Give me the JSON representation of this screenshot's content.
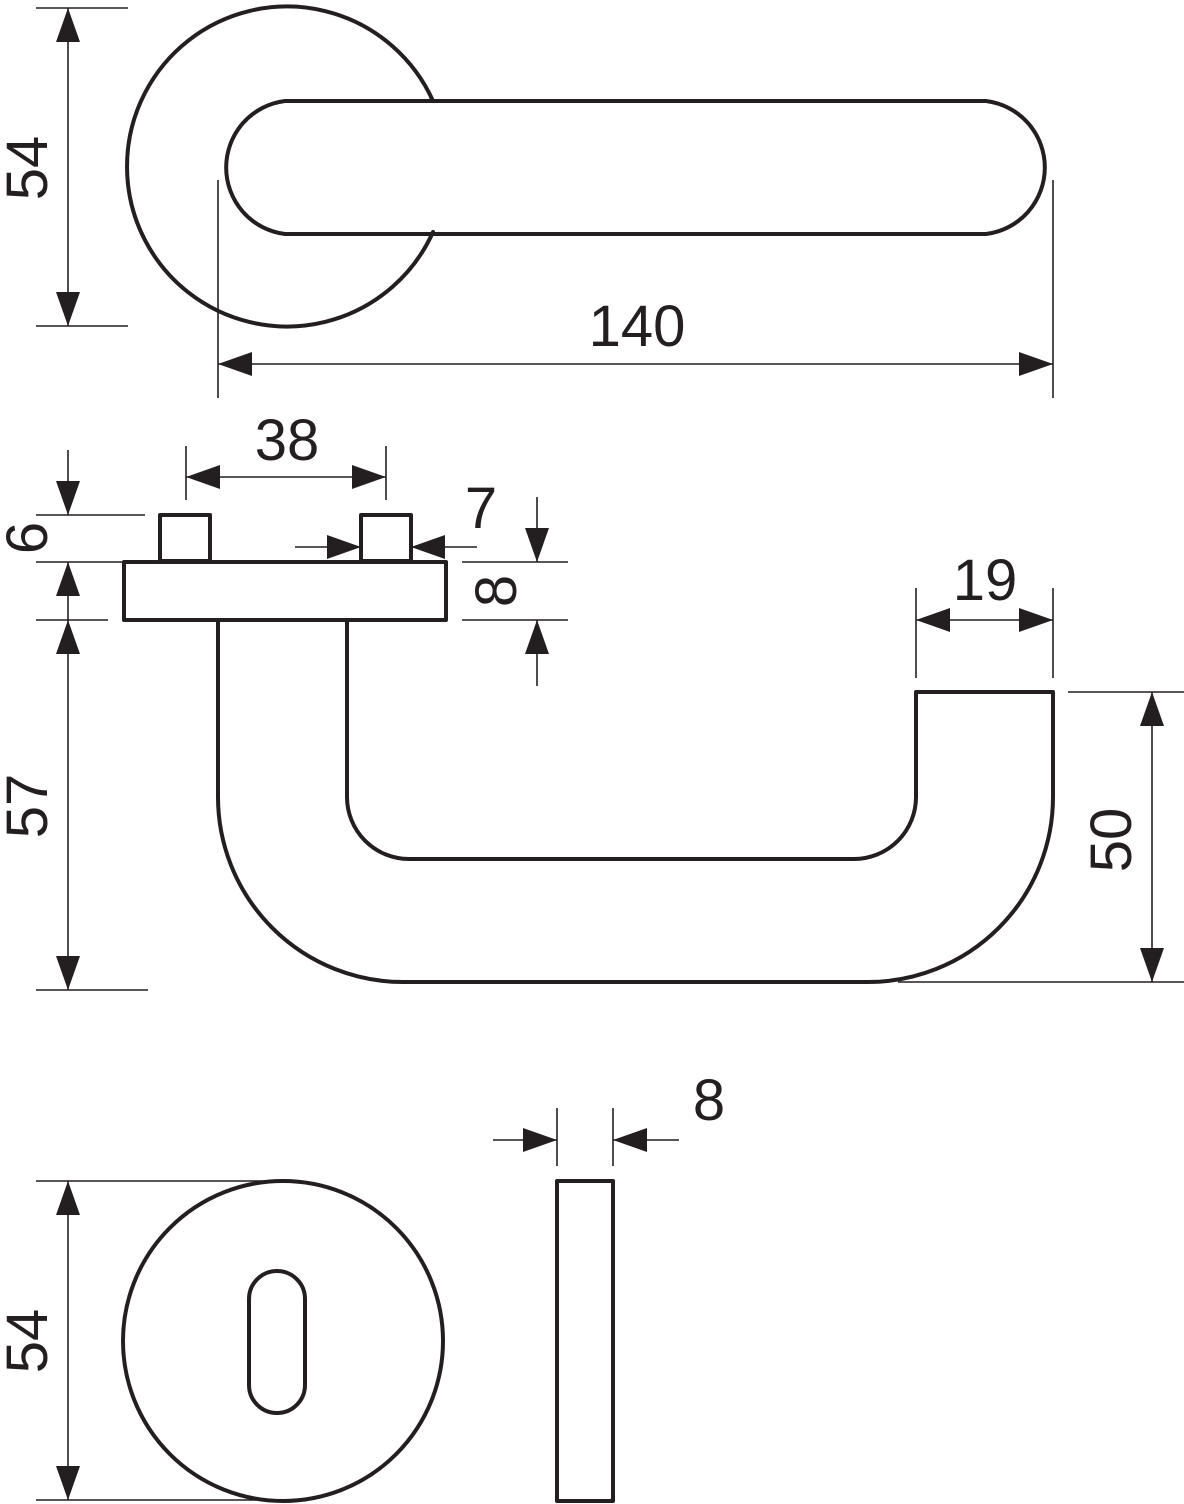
{
  "top_view": {
    "rose_diameter": "54",
    "handle_length": "140"
  },
  "side_view": {
    "spindle_spacing": "38",
    "pin_height": "6",
    "pin_width": "7",
    "rose_thickness": "8",
    "handle_end_width": "19",
    "handle_drop": "57",
    "handle_return_height": "50"
  },
  "escutcheon_view": {
    "diameter": "54",
    "thickness": "8"
  }
}
